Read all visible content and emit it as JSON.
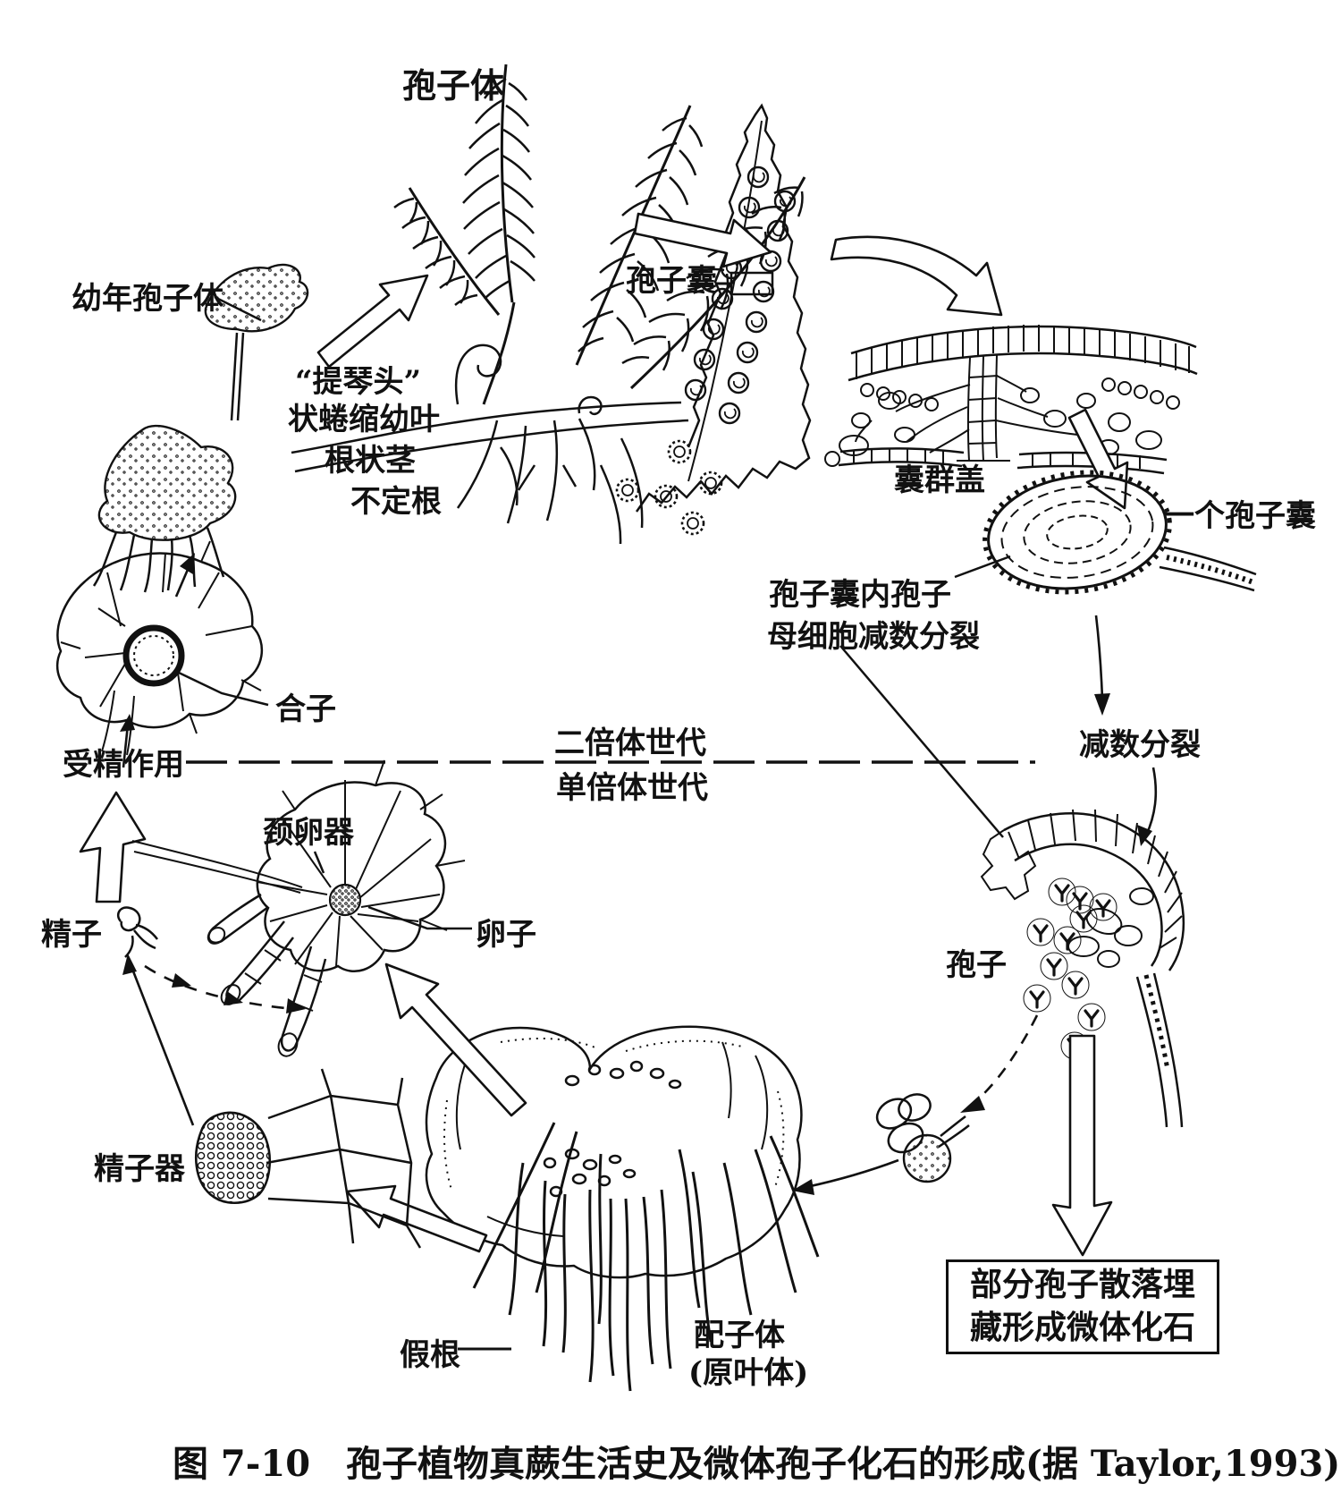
{
  "figure": {
    "type": "fern-life-cycle-diagram",
    "caption": "图 7-10　孢子植物真蕨生活史及微体孢子化石的形成(据 Taylor,1993)",
    "colors": {
      "ink": "#111111",
      "paper": "#ffffff"
    },
    "labels": {
      "sporophyte": "孢子体",
      "young_sporophyte": "幼年孢子体",
      "fiddlehead_line1": "“提琴头”",
      "fiddlehead_line2": "状蜷缩幼叶",
      "rhizome": "根状茎",
      "adventitious_roots": "不定根",
      "sporangium": "孢子囊",
      "indusium": "囊群盖",
      "one_sporangium": "一个孢子囊",
      "meiosis_note_line1": "孢子囊内孢子",
      "meiosis_note_line2": "母细胞减数分裂",
      "meiosis": "减数分裂",
      "diploid_generation": "二倍体世代",
      "haploid_generation": "单倍体世代",
      "fertilization": "受精作用",
      "zygote": "合子",
      "archegonium": "颈卵器",
      "sperm": "精子",
      "egg": "卵子",
      "spore": "孢子",
      "antheridium": "精子器",
      "rhizoid": "假根",
      "gametophyte_line1": "配子体",
      "gametophyte_line2": "(原叶体)",
      "fossil_box_line1": "部分孢子散落埋",
      "fossil_box_line2": "藏形成微体化石"
    }
  }
}
